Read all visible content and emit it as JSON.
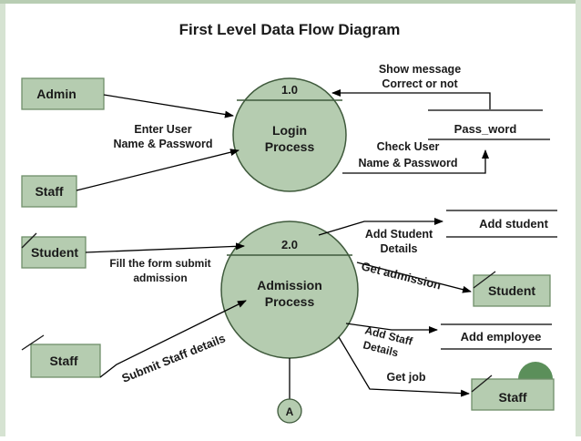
{
  "title": "First Level Data Flow Diagram",
  "colors": {
    "entity_fill": "#b5ccb0",
    "entity_stroke": "#6f8f6a",
    "process_fill": "#b5ccb0",
    "process_stroke": "#3f5a3c",
    "frame_left": "#d6e3d2",
    "frame_top": "#b8cdb3",
    "accent_dot": "#5b8f5a",
    "arrow": "#000000"
  },
  "entities": {
    "admin": "Admin",
    "staff_top": "Staff",
    "student_left": "Student",
    "staff_left": "Staff",
    "student_right": "Student",
    "staff_right": "Staff"
  },
  "processes": {
    "p1": {
      "number": "1.0",
      "line1": "Login",
      "line2": "Process"
    },
    "p2": {
      "number": "2.0",
      "line1": "Admission",
      "line2": "Process"
    }
  },
  "connector": "A",
  "data_stores": {
    "password": "Pass_word",
    "student": "Add student",
    "employee": "Add employee"
  },
  "flows": {
    "enter_user_1": "Enter User",
    "enter_user_2": "Name & Password",
    "show_message_1": "Show message",
    "show_message_2": "Correct or not",
    "check_user_1": "Check User",
    "check_user_2": "Name & Password",
    "fill_form_1": "Fill the form submit",
    "fill_form_2": "admission",
    "add_student_1": "Add Student",
    "add_student_2": "Details",
    "get_admission": "Get admission",
    "add_staff_1": "Add Staff",
    "add_staff_2": "Details",
    "get_job": "Get job",
    "submit_staff": "Submit Staff details"
  }
}
